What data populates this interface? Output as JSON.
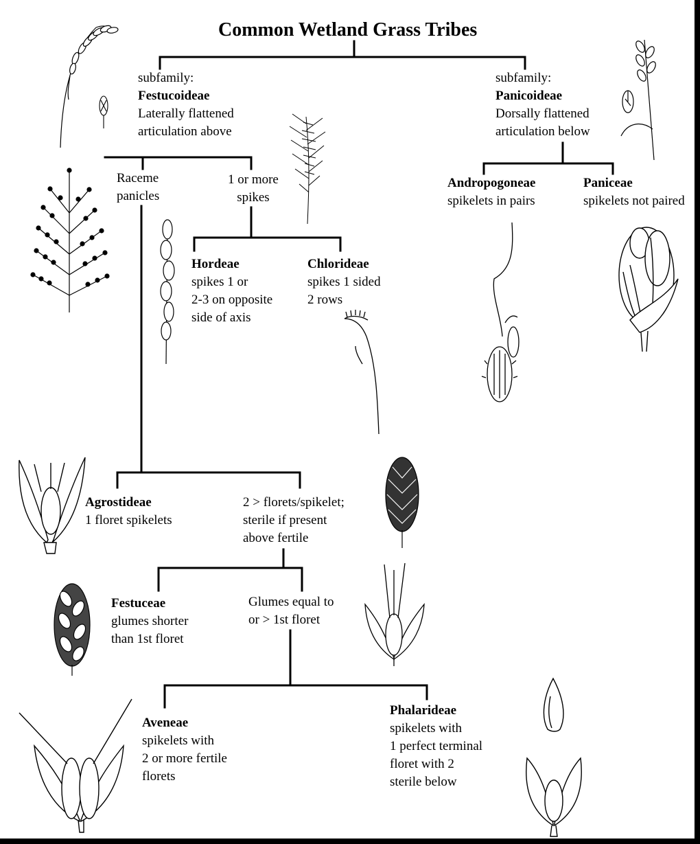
{
  "title": "Common Wetland Grass Tribes",
  "colors": {
    "background": "#ffffff",
    "ink": "#000000",
    "frame": "#000000"
  },
  "nodes": {
    "festucoideae": {
      "rank": "subfamily:",
      "name": "Festucoideae",
      "line1": "Laterally flattened",
      "line2": "articulation above"
    },
    "panicoideae": {
      "rank": "subfamily:",
      "name": "Panicoideae",
      "line1": "Dorsally flattened",
      "line2": "articulation below"
    },
    "raceme": {
      "line1": "Raceme",
      "line2": "panicles"
    },
    "spikes": {
      "line1": "1 or more",
      "line2": "spikes"
    },
    "andropogoneae": {
      "name": "Andropogoneae",
      "line1": "spikelets in pairs"
    },
    "paniceae": {
      "name": "Paniceae",
      "line1": "spikelets not paired"
    },
    "hordeae": {
      "name": "Hordeae",
      "line1": "spikes 1 or",
      "line2": "2-3 on opposite",
      "line3": "side of axis"
    },
    "chlorideae": {
      "name": "Chlorideae",
      "line1": "spikes 1 sided",
      "line2": "2 rows"
    },
    "agrostideae": {
      "name": "Agrostideae",
      "line1": "1 floret spikelets"
    },
    "florets": {
      "line1": "2 > florets/spikelet;",
      "line2": "sterile if present",
      "line3": "above fertile"
    },
    "festuceae": {
      "name": "Festuceae",
      "line1": "glumes shorter",
      "line2": "than 1st floret"
    },
    "glumes": {
      "line1": "Glumes equal to",
      "line2": "or > 1st floret"
    },
    "aveneae": {
      "name": "Aveneae",
      "line1": "spikelets with",
      "line2": "2 or more fertile",
      "line3": "florets"
    },
    "phalarideae": {
      "name": "Phalarideae",
      "line1": "spikelets with",
      "line2": "1 perfect terminal",
      "line3": "floret with 2",
      "line4": "sterile below"
    }
  },
  "illustrations": [
    "drooping-panicle-sketch",
    "small-spikelet-sketch",
    "branched-panicle-sketch",
    "feathery-spike-sketch",
    "jointed-spike-sketch",
    "one-sided-spike-sketch",
    "oat-like-spike-sketch",
    "paired-spikelet-sketch",
    "ovoid-spikelet-sketch",
    "agrostis-spikelet-sketch",
    "multi-floret-spikelet-sketch",
    "festuca-spikelet-sketch",
    "awned-glume-sketch",
    "avena-spikelet-sketch",
    "seed-sketch",
    "phalaris-spikelet-sketch"
  ]
}
